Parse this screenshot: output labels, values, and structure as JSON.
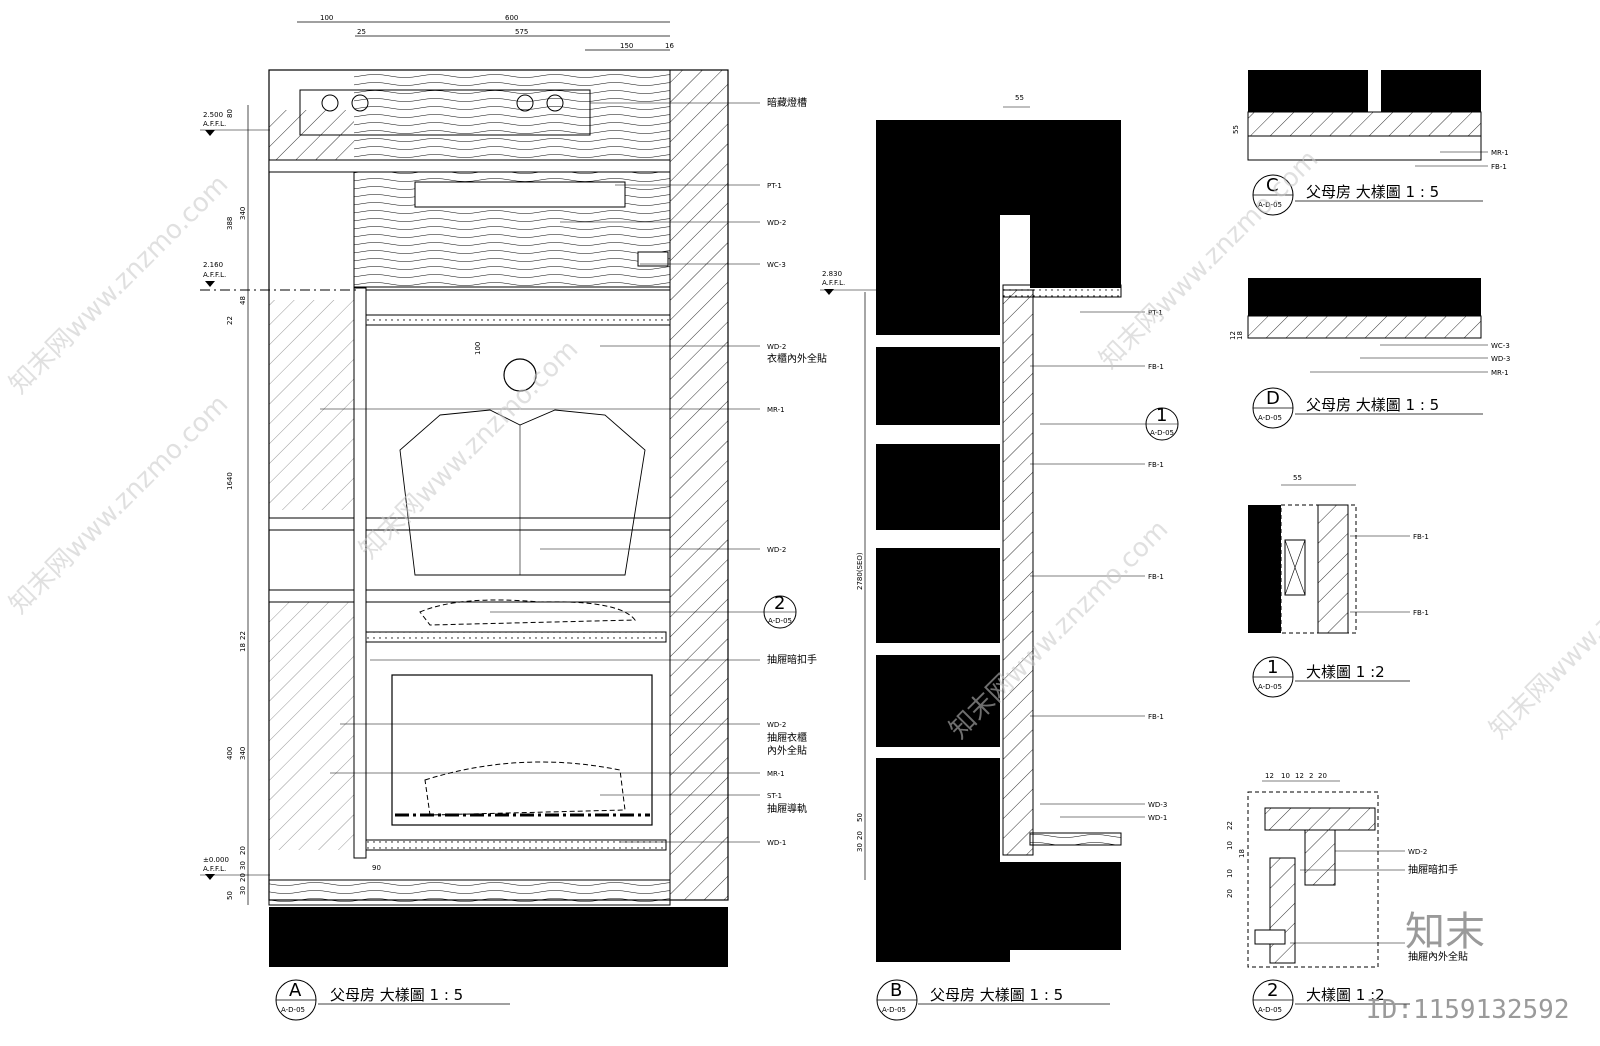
{
  "panel_a": {
    "callouts": [
      "暗藏燈槽",
      "PT-1",
      "WD-2",
      "WC-3",
      "WD-2",
      "衣櫃內外全貼",
      "MR-1",
      "WD-2",
      "抽屜暗扣手",
      "WD-2",
      "抽屜衣櫃",
      "內外全貼",
      "MR-1",
      "ST-1",
      "抽屜導軌",
      "WD-1"
    ],
    "detail_ref": {
      "num": "2",
      "sheet": "A-D-05"
    },
    "levels": [
      {
        "value": "2.500",
        "note": "A.F.F.L."
      },
      {
        "value": "2.160",
        "note": "A.F.F.L."
      },
      {
        "value": "±0.000",
        "note": "A.F.F.L."
      }
    ],
    "top_dims": [
      "100",
      "600",
      "25",
      "575",
      "150",
      "16"
    ],
    "left_dims": [
      "80",
      "340",
      "388",
      "48",
      "22",
      "1640",
      "400",
      "18",
      "22",
      "340",
      "20",
      "30",
      "50",
      "30",
      "20"
    ],
    "bottom_dim": "90",
    "hanger_dim": "100",
    "title": {
      "letter": "A",
      "sheet": "A-D-05",
      "text": "父母房  大樣圖   1 : 5"
    }
  },
  "panel_b": {
    "callouts": [
      "PT-1",
      "FB-1",
      "FB-1",
      "FB-1",
      "FB-1",
      "WD-3",
      "WD-1"
    ],
    "detail_ref": {
      "num": "1",
      "sheet": "A-D-05"
    },
    "level": {
      "value": "2.830",
      "note": "A.F.F.L."
    },
    "top_dim": "55",
    "vertical_dim": "2780(SEO)",
    "base_dims": [
      "50",
      "30",
      "20"
    ],
    "title": {
      "letter": "B",
      "sheet": "A-D-05",
      "text": "父母房  大樣圖   1 : 5"
    }
  },
  "panel_c": {
    "callouts": [
      "MR-1",
      "FB-1"
    ],
    "dim": "55",
    "title": {
      "letter": "C",
      "sheet": "A-D-05",
      "text": "父母房  大樣圖   1 : 5"
    }
  },
  "panel_d": {
    "callouts": [
      "WC-3",
      "WD-3",
      "MR-1"
    ],
    "dims": [
      "12",
      "18"
    ],
    "title": {
      "letter": "D",
      "sheet": "A-D-05",
      "text": "父母房  大樣圖   1 : 5"
    }
  },
  "detail_1": {
    "callouts": [
      "FB-1",
      "FB-1"
    ],
    "dim": "55",
    "title": {
      "num": "1",
      "sheet": "A-D-05",
      "text": "大樣圖   1 :2"
    }
  },
  "detail_2": {
    "callouts": [
      "WD-2",
      "抽屜暗扣手",
      "抽屜內外全貼"
    ],
    "top_dims": [
      "12",
      "10",
      "12",
      "2",
      "20"
    ],
    "left_dims": [
      "22",
      "10",
      "18",
      "10",
      "20"
    ],
    "title": {
      "num": "2",
      "sheet": "A-D-05",
      "text": "大樣圖   1 :2"
    }
  },
  "watermarks": [
    "知末网www.znzmo.com"
  ],
  "brand": "知末",
  "id_text": "ID:1159132592"
}
